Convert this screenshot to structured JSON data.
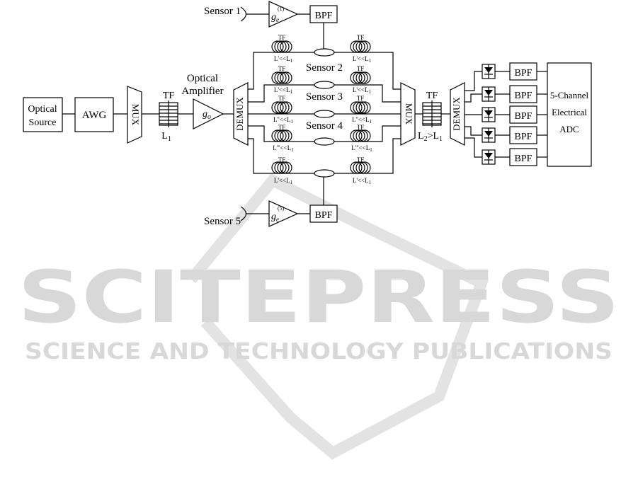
{
  "labels": {
    "optical_source_1": "Optical",
    "optical_source_2": "Source",
    "awg": "AWG",
    "mux": "MUX",
    "tf": "TF",
    "l1": "L",
    "l1_sub": "1",
    "amp_1": "Optical",
    "amp_2": "Amplifier",
    "go": "g",
    "go_sub": "o",
    "demux": "DEMUX",
    "mux2": "MUX",
    "l2gtl1": "L",
    "l2gtl1_sub": "2",
    "l2gtl1_mid": ">L",
    "l2gtl1_sub2": "1",
    "demux2": "DEMUX",
    "sensor1": "Sensor 1",
    "sensor2": "Sensor 2",
    "sensor3": "Sensor 3",
    "sensor4": "Sensor 4",
    "sensor5": "Sensor 5",
    "ge": "g",
    "ge_sub": "e",
    "ge1_sup": "(1)",
    "ge5_sup": "(5)",
    "bpf": "BPF",
    "adc_1": "5-Channel",
    "adc_2": "Electrical",
    "adc_3": "ADC",
    "fiber_l1": "L'<<L",
    "fiber_l2": "L''<<L",
    "fiber_l3": "L'''<<L",
    "fiber_sub": "1"
  },
  "watermark": {
    "main": "SCITEPRESS",
    "sub": "SCIENCE AND TECHNOLOGY PUBLICATIONS"
  }
}
